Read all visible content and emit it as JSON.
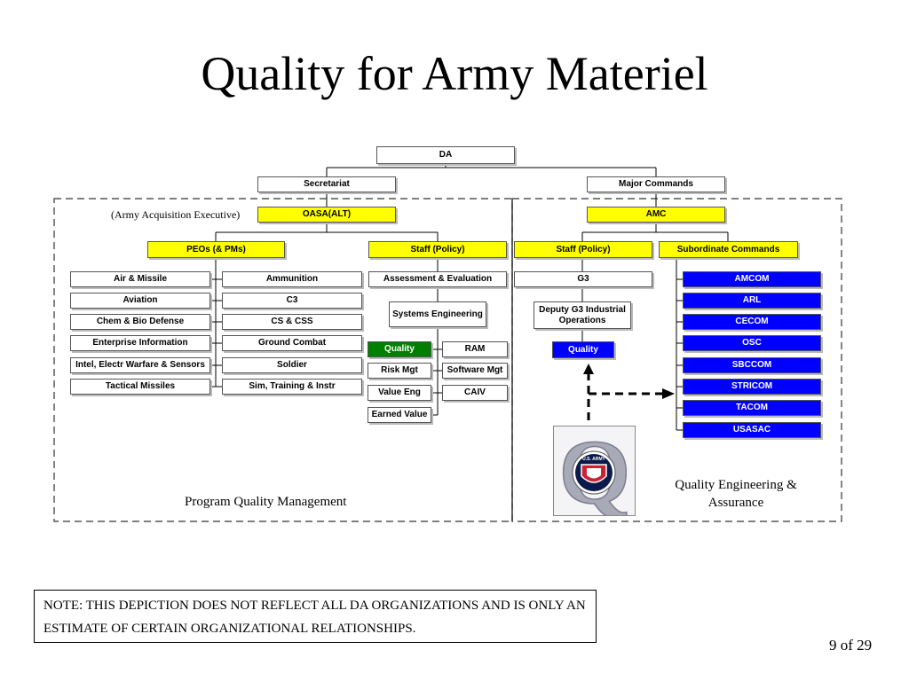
{
  "title": "Quality for Army Materiel",
  "nodes": {
    "da": "DA",
    "secretariat": "Secretariat",
    "major_commands": "Major Commands",
    "oasa_alt": "OASA(ALT)",
    "amc": "AMC",
    "peos_pms": "PEOs (& PMs)",
    "staff_policy_left": "Staff (Policy)",
    "staff_policy_right": "Staff (Policy)",
    "subordinate_commands": "Subordinate Commands",
    "assessment_evaluation": "Assessment & Evaluation",
    "systems_engineering": "Systems Engineering",
    "quality_left": "Quality",
    "ram": "RAM",
    "risk_mgt": "Risk Mgt",
    "software_mgt": "Software Mgt",
    "value_eng": "Value Eng",
    "caiv": "CAIV",
    "earned_value": "Earned Value",
    "g3": "G3",
    "deputy_g3": "Deputy G3 Industrial Operations",
    "quality_right": "Quality"
  },
  "peo_left": [
    "Air & Missile",
    "Aviation",
    "Chem & Bio Defense",
    "Enterprise Information",
    "Intel, Electr Warfare & Sensors",
    "Tactical Missiles"
  ],
  "peo_right": [
    "Ammunition",
    "C3",
    "CS & CSS",
    "Ground Combat",
    "Soldier",
    "Sim, Training & Instr"
  ],
  "subordinate": [
    "AMCOM",
    "ARL",
    "CECOM",
    "OSC",
    "SBCCOM",
    "STRICOM",
    "TACOM",
    "USASAC"
  ],
  "labels": {
    "army_acq_exec": "(Army Acquisition Executive)",
    "program_quality": "Program Quality Management",
    "quality_eng": "Quality Engineering & Assurance",
    "logo_letter": "Q",
    "logo_text": "U.S. ARMY"
  },
  "note": "NOTE:  THIS DEPICTION DOES NOT REFLECT ALL DA ORGANIZATIONS AND IS ONLY AN ESTIMATE OF CERTAIN ORGANIZATIONAL RELATIONSHIPS.",
  "page_number": "9 of 29",
  "colors": {
    "yellow": "#ffff00",
    "blue": "#0000ff",
    "green": "#008000"
  }
}
